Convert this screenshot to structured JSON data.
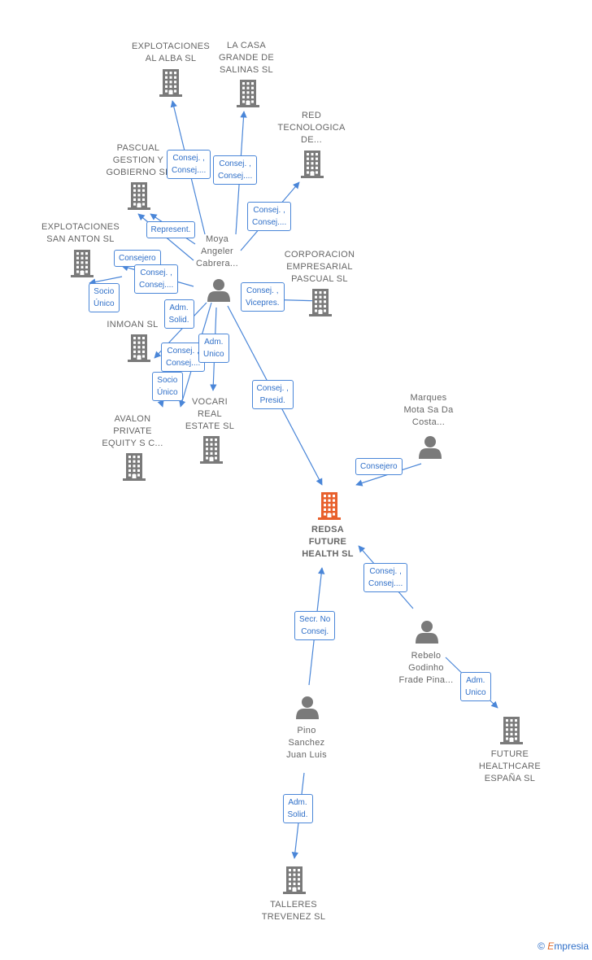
{
  "colors": {
    "company": "#7a7a7a",
    "main_company": "#e8602c",
    "person": "#7a7a7a",
    "edge": "#4a86d8",
    "text": "#666666"
  },
  "nodes": [
    {
      "id": "explotaciones_alba",
      "type": "company",
      "label": "EXPLOTACIONES\nAL ALBA  SL"
    },
    {
      "id": "la_casa_grande",
      "type": "company",
      "label": "LA CASA\nGRANDE DE\nSALINAS  SL"
    },
    {
      "id": "red_tecnologica",
      "type": "company",
      "label": "RED\nTECNOLOGICA\nDE..."
    },
    {
      "id": "pascual_gestion",
      "type": "company",
      "label": "PASCUAL\nGESTION Y\nGOBIERNO  SL"
    },
    {
      "id": "explotaciones_san_anton",
      "type": "company",
      "label": "EXPLOTACIONES\nSAN ANTON  SL"
    },
    {
      "id": "corporacion_pascual",
      "type": "company",
      "label": "CORPORACION\nEMPRESARIAL\nPASCUAL  SL"
    },
    {
      "id": "inmoan",
      "type": "company",
      "label": "INMOAN SL"
    },
    {
      "id": "avalon",
      "type": "company",
      "label": "AVALON\nPRIVATE\nEQUITY S C..."
    },
    {
      "id": "vocari",
      "type": "company",
      "label": "VOCARI\nREAL\nESTATE  SL"
    },
    {
      "id": "redsa",
      "type": "main_company",
      "label": "REDSA\nFUTURE\nHEALTH  SL"
    },
    {
      "id": "future_healthcare",
      "type": "company",
      "label": "FUTURE\nHEALTHCARE\nESPAÑA  SL"
    },
    {
      "id": "talleres",
      "type": "company",
      "label": "TALLERES\nTREVENEZ  SL"
    },
    {
      "id": "moya",
      "type": "person",
      "label": "Moya\nAngeler\nCabrera..."
    },
    {
      "id": "marques",
      "type": "person",
      "label": "Marques\nMota Sa Da\nCosta..."
    },
    {
      "id": "rebelo",
      "type": "person",
      "label": "Rebelo\nGodinho\nFrade Pina..."
    },
    {
      "id": "pino",
      "type": "person",
      "label": "Pino\nSanchez\nJuan Luis"
    }
  ],
  "edges": [
    {
      "from": "moya",
      "to": "explotaciones_alba",
      "label": "Consej. ,\nConsej...."
    },
    {
      "from": "moya",
      "to": "la_casa_grande",
      "label": "Consej. ,\nConsej...."
    },
    {
      "from": "moya",
      "to": "red_tecnologica",
      "label": "Consej. ,\nConsej...."
    },
    {
      "from": "moya",
      "to": "pascual_gestion",
      "label": "Represent."
    },
    {
      "from": "moya",
      "to": "pascual_gestion",
      "label": "Consejero"
    },
    {
      "from": "moya",
      "to": "explotaciones_san_anton",
      "label": "Consej. ,\nConsej...."
    },
    {
      "from": "moya",
      "to": "explotaciones_san_anton",
      "label": "Socio\nÚnico"
    },
    {
      "from": "moya",
      "to": "corporacion_pascual",
      "label": "Consej. ,\nVicepres."
    },
    {
      "from": "moya",
      "to": "inmoan",
      "label": "Adm.\nSolid."
    },
    {
      "from": "moya",
      "to": "avalon",
      "label": "Consej. ,\nConsej...."
    },
    {
      "from": "moya",
      "to": "avalon",
      "label": "Socio\nÚnico"
    },
    {
      "from": "moya",
      "to": "vocari",
      "label": "Adm.\nUnico"
    },
    {
      "from": "moya",
      "to": "redsa",
      "label": "Consej. ,\nPresid."
    },
    {
      "from": "marques",
      "to": "redsa",
      "label": "Consejero"
    },
    {
      "from": "rebelo",
      "to": "redsa",
      "label": "Consej. ,\nConsej...."
    },
    {
      "from": "rebelo",
      "to": "future_healthcare",
      "label": "Adm.\nUnico"
    },
    {
      "from": "pino",
      "to": "redsa",
      "label": "Secr.  No\nConsej."
    },
    {
      "from": "pino",
      "to": "talleres",
      "label": "Adm.\nSolid."
    }
  ],
  "brand": {
    "symbol": "©",
    "name": "mpresia",
    "initial": "E"
  }
}
